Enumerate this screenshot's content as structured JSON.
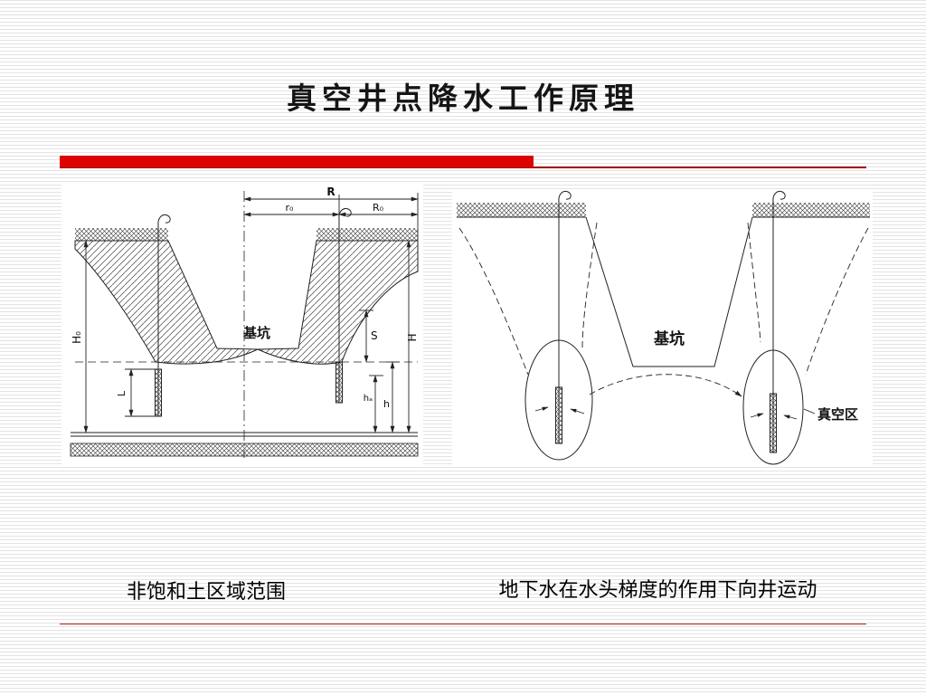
{
  "slide": {
    "title": "真空井点降水工作原理",
    "accent_color": "#dc0400",
    "captions": {
      "left": "非饱和土区域范围",
      "right": "地下水在水头梯度的作用下向井运动"
    }
  },
  "left_diagram": {
    "labels": {
      "R": "R",
      "r0": "r₀",
      "R0": "R₀",
      "pit": "基坑",
      "H0": "H₀",
      "L": "L",
      "S": "S",
      "H": "H",
      "ha": "hₐ",
      "h": "h"
    }
  },
  "right_diagram": {
    "labels": {
      "pit": "基坑",
      "vacuum_zone": "真空区"
    }
  }
}
